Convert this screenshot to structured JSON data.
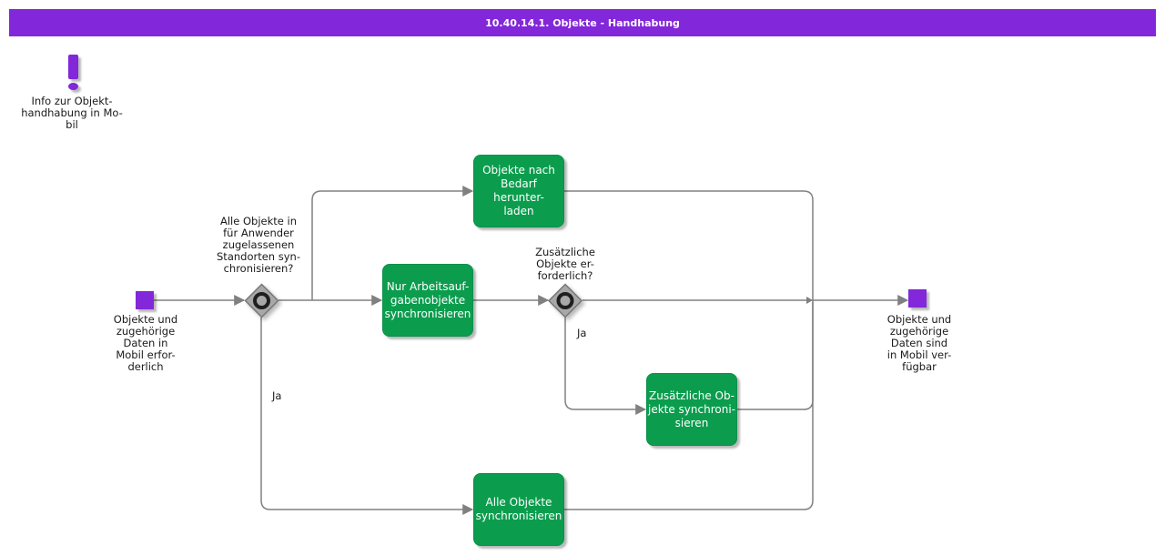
{
  "title_bar": {
    "text": "10.40.14.1. Objekte - Handhabung"
  },
  "note": {
    "icon": "exclamation-icon",
    "text": "Info zur Objekt-\nhandhabung in Mo-\nbil"
  },
  "flow": {
    "start": {
      "label": "Objekte und\nzugehörige\nDaten in\nMobil erfor-\nderlich"
    },
    "decision1": {
      "question": "Alle Objekte in\nfür Anwender\nzugelassenen\nStandorten syn-\nchronisieren?",
      "yes_label": "Ja"
    },
    "decision2": {
      "question": "Zusätzliche\nObjekte er-\nforderlich?",
      "yes_label": "Ja"
    },
    "activities": {
      "download_on_demand": "Objekte nach\nBedarf herunter-\nladen",
      "sync_work_objects": "Nur Arbeitsauf-\ngabenobjekte\nsynchronisieren",
      "sync_additional": "Zusätzliche Ob-\njekte synchroni-\nsieren",
      "sync_all": "Alle Objekte\nsynchronisieren"
    },
    "end": {
      "label": "Objekte und\nzugehörige\nDaten sind\nin Mobil ver-\nfügbar"
    }
  },
  "colors": {
    "accent_purple": "#8227d9",
    "activity_green": "#0b9d4d",
    "connector_gray": "#808080",
    "gateway_gray": "#a8a8a8",
    "title_text": "#ffffff"
  }
}
